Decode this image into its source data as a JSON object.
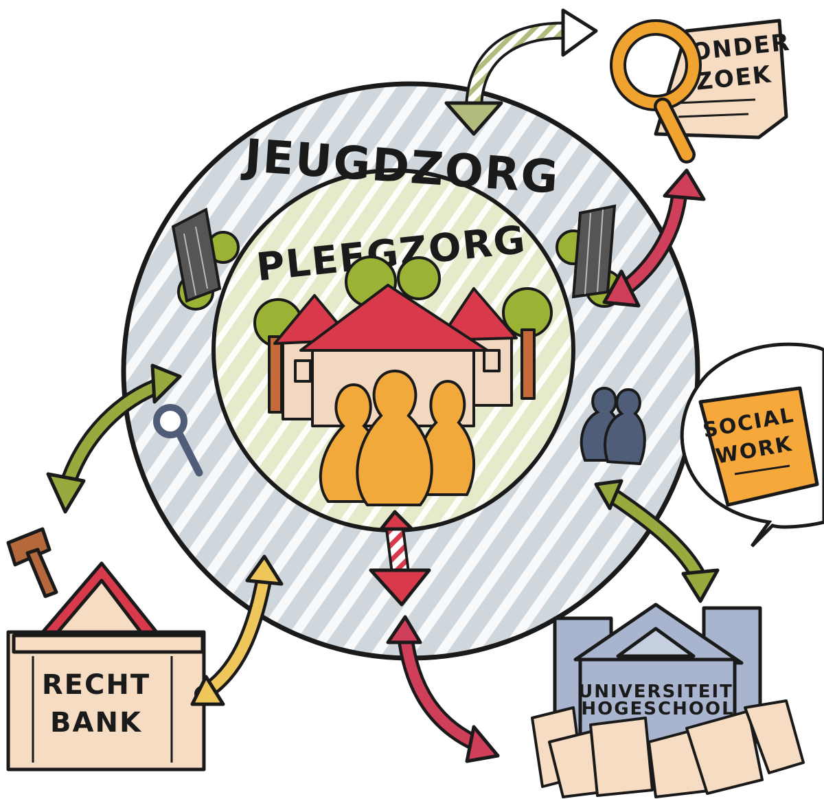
{
  "outer_ring": {
    "label": "JEUGDZORG"
  },
  "inner_circle": {
    "label": "PLEEGZORG"
  },
  "research": {
    "line1": "ONDER",
    "line2": "ZOEK"
  },
  "speech_bubble": {
    "line1": "SOCIAL",
    "line2": "WORK"
  },
  "court": {
    "line1": "RECHT",
    "line2": "BANK"
  },
  "university": {
    "line1": "UNIVERSITEIT",
    "line2": "HOGESCHOOL"
  },
  "colors": {
    "ring": "#cfd6dc",
    "inner": "#e4e8c8",
    "roof": "#d8394b",
    "house": "#f2d8c0",
    "people": "#f0a93a",
    "tree": "#9bb335",
    "arrow_green": "#9aa93d",
    "arrow_red": "#cf3f59",
    "arrow_yellow": "#efc659",
    "magnifier": "#f0a32e",
    "paper": "#f6dcc2",
    "social_note": "#f6a83a",
    "university": "#a9b5cf",
    "gavel": "#b5683b",
    "figures": "#4f5d78"
  }
}
